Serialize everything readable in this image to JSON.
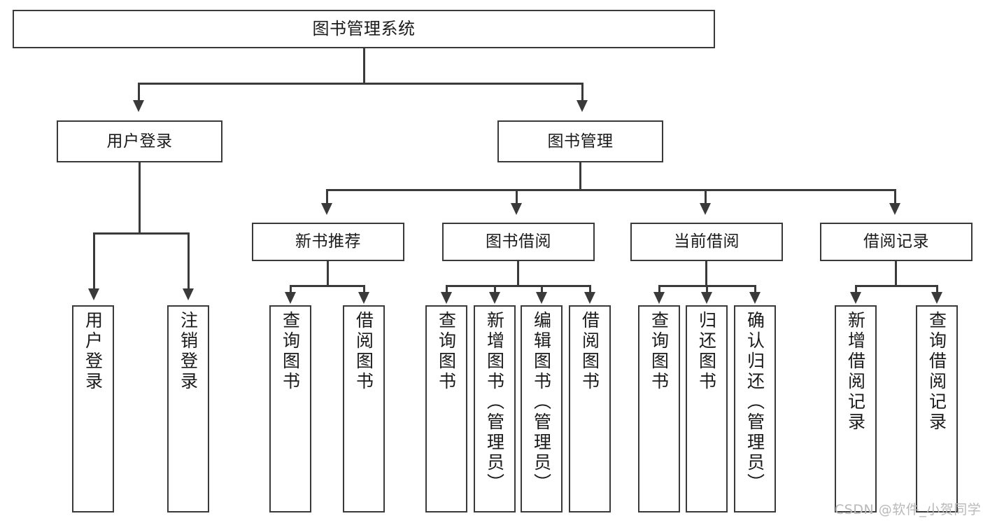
{
  "diagram": {
    "title": "图书管理系统",
    "type": "tree-hierarchy",
    "colors": {
      "stroke": "#3a3a3a",
      "fill": "#ffffff",
      "text": "#1a1a1a",
      "watermark": "#b9b9b9"
    },
    "root": {
      "label": "图书管理系统"
    },
    "level1": [
      {
        "label": "用户登录"
      },
      {
        "label": "图书管理"
      }
    ],
    "level2": [
      {
        "label": "新书推荐"
      },
      {
        "label": "图书借阅"
      },
      {
        "label": "当前借阅"
      },
      {
        "label": "借阅记录"
      }
    ],
    "leaves": {
      "user_login": [
        {
          "label": "用户登录"
        },
        {
          "label": "注销登录"
        }
      ],
      "new_book_recommend": [
        {
          "label": "查询图书"
        },
        {
          "label": "借阅图书"
        }
      ],
      "book_borrow": [
        {
          "label": "查询图书"
        },
        {
          "label": "新增图书（管理员）"
        },
        {
          "label": "编辑图书（管理员）"
        },
        {
          "label": "借阅图书"
        }
      ],
      "current_borrow": [
        {
          "label": "查询图书"
        },
        {
          "label": "归还图书"
        },
        {
          "label": "确认归还（管理员）"
        }
      ],
      "borrow_record": [
        {
          "label": "新增借阅记录"
        },
        {
          "label": "查询借阅记录"
        }
      ]
    },
    "watermark": "CSDN @软件_小贺同学"
  }
}
